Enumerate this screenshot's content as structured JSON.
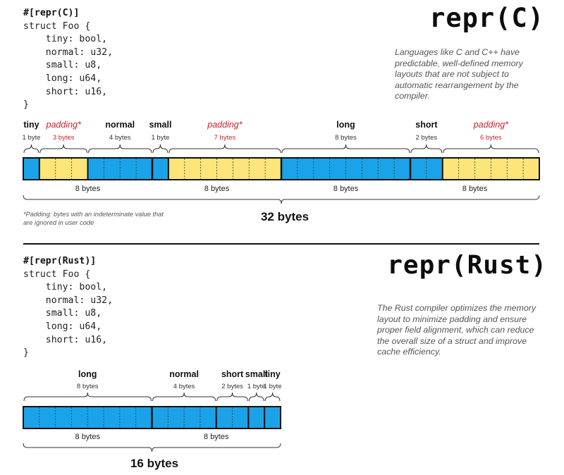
{
  "colors": {
    "field": "#1aa3e8",
    "padding": "#fde57a",
    "padding_text": "#c6242b",
    "border": "#111111"
  },
  "repr_c": {
    "title": "repr(C)",
    "code": [
      "#[repr(C)]",
      "struct Foo {",
      "    tiny: bool,",
      "    normal: u32,",
      "    small: u8,",
      "    long: u64,",
      "    short: u16,",
      "}"
    ],
    "description": "Languages like C and C++ have predictable, well-defined memory layouts that are not subject to automatic rearrangement by the compiler.",
    "fields": [
      {
        "name": "tiny",
        "size_label": "1 byte",
        "bytes": 1,
        "padding": false
      },
      {
        "name": "padding*",
        "size_label": "3 bytes",
        "bytes": 3,
        "padding": true
      },
      {
        "name": "normal",
        "size_label": "4 bytes",
        "bytes": 4,
        "padding": false
      },
      {
        "name": "small",
        "size_label": "1 byte",
        "bytes": 1,
        "padding": false
      },
      {
        "name": "padding*",
        "size_label": "7 bytes",
        "bytes": 7,
        "padding": true
      },
      {
        "name": "long",
        "size_label": "8 bytes",
        "bytes": 8,
        "padding": false
      },
      {
        "name": "short",
        "size_label": "2 bytes",
        "bytes": 2,
        "padding": false
      },
      {
        "name": "padding*",
        "size_label": "6 bytes",
        "bytes": 6,
        "padding": true
      }
    ],
    "segments": [
      "8 bytes",
      "8 bytes",
      "8 bytes",
      "8 bytes"
    ],
    "total": "32 bytes",
    "footnote": "*Padding: bytes with an indeterminate value that are ignored in user code"
  },
  "repr_rust": {
    "title": "repr(Rust)",
    "code": [
      "#[repr(Rust)]",
      "struct Foo {",
      "    tiny: bool,",
      "    normal: u32,",
      "    small: u8,",
      "    long: u64,",
      "    short: u16,",
      "}"
    ],
    "description": "The Rust compiler optimizes the memory layout to minimize padding and ensure proper field alignment, which can reduce the overall size of a struct and improve cache efficiency.",
    "fields": [
      {
        "name": "long",
        "size_label": "8 bytes",
        "bytes": 8,
        "padding": false
      },
      {
        "name": "normal",
        "size_label": "4 bytes",
        "bytes": 4,
        "padding": false
      },
      {
        "name": "short",
        "size_label": "2 bytes",
        "bytes": 2,
        "padding": false
      },
      {
        "name": "small",
        "size_label": "1 byte",
        "bytes": 1,
        "padding": false
      },
      {
        "name": "tiny",
        "size_label": "1 byte",
        "bytes": 1,
        "padding": false
      }
    ],
    "segments": [
      "8 bytes",
      "8 bytes"
    ],
    "total": "16 bytes"
  }
}
